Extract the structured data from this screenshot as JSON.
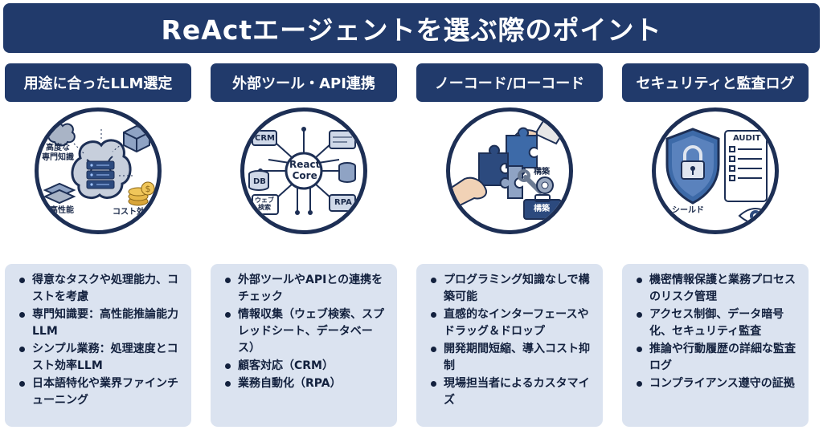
{
  "title": "ReActエージェントを選ぶ際のポイント",
  "columns": [
    {
      "heading": "用途に合ったLLM選定",
      "labels": {
        "expert": "高度な\n専門知識",
        "performance": "高性能",
        "cost": "コスト効率"
      },
      "icon": "brain-server-icon",
      "bullets": [
        "得意なタスクや処理能力、コストを考慮",
        "専門知識要：高性能推論能力LLM",
        "シンプル業務：処理速度とコスト効率LLM",
        "日本語特化や業界ファインチューニング"
      ]
    },
    {
      "heading": "外部ツール・API連携",
      "labels": {
        "core": "React\nCore",
        "crm": "CRM",
        "db": "DB",
        "web": "ウェブ\n検索",
        "rpa": "RPA"
      },
      "icon": "network-hub-icon",
      "bullets": [
        "外部ツールやAPIとの連携をチェック",
        "情報収集（ウェブ検索、スプレッドシート、データベース）",
        "顧客対応（CRM）",
        "業務自動化（RPA）"
      ]
    },
    {
      "heading": "ノーコード/ローコード",
      "labels": {
        "build_top": "構築",
        "build_box": "構築"
      },
      "icon": "puzzle-hands-icon",
      "bullets": [
        "プログラミング知識なしで構築可能",
        "直感的なインターフェースやドラッグ＆ドロップ",
        "開発期間短縮、導入コスト抑制",
        "現場担当者によるカスタマイズ"
      ]
    },
    {
      "heading": "セキュリティと監査ログ",
      "labels": {
        "audit": "AUDIT",
        "shield": "シールド"
      },
      "icon": "shield-audit-icon",
      "bullets": [
        "機密情報保護と業務プロセスのリスク管理",
        "アクセス制御、データ暗号化、セキュリティ監査",
        "推論や行動履歴の詳細な監査ログ",
        "コンプライアンス遵守の証拠"
      ]
    }
  ],
  "colors": {
    "navy": "#213a6b",
    "panel": "#dbe3f0",
    "outline": "#1d2f55",
    "accent_gold": "#d9a53a",
    "accent_blue": "#3d6aa8"
  }
}
